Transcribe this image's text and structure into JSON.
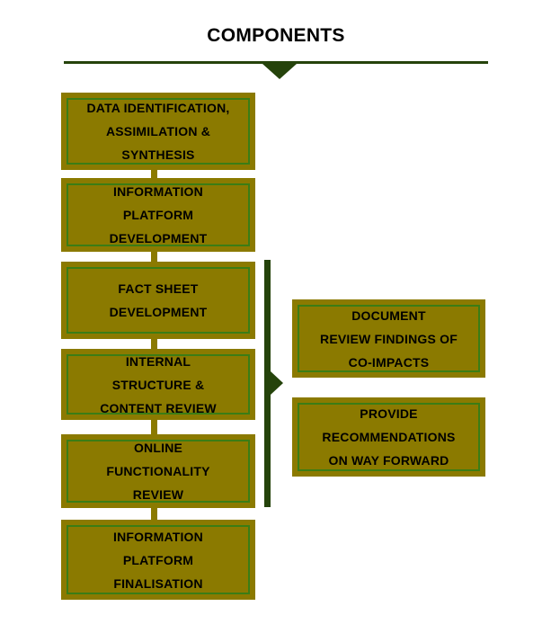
{
  "title": "COMPONENTS",
  "colors": {
    "background": "#FFFFFF",
    "box_fill": "#8B7A00",
    "box_border": "#3B7D15",
    "connector": "#8B7A00",
    "dark_green": "#25430B",
    "title_text": "#000000",
    "box_text": "#000000"
  },
  "header": {
    "marker_icon": "down-triangle-icon"
  },
  "flow": {
    "steps": [
      {
        "label": "DATA IDENTIFICATION,\nASSIMILATION &\nSYNTHESIS"
      },
      {
        "label": "INFORMATION\nPLATFORM\nDEVELOPMENT"
      },
      {
        "label": "FACT SHEET\nDEVELOPMENT"
      },
      {
        "label": "INTERNAL\nSTRUCTURE &\nCONTENT REVIEW"
      },
      {
        "label": "ONLINE\nFUNCTIONALITY\nREVIEW"
      },
      {
        "label": "INFORMATION\nPLATFORM\nFINALISATION"
      }
    ],
    "bracket": {
      "pointer_icon": "right-arrow-icon"
    },
    "outcomes": [
      {
        "label": "DOCUMENT\nREVIEW FINDINGS OF\nCO-IMPACTS"
      },
      {
        "label": "PROVIDE\nRECOMMENDATIONS\nON WAY FORWARD"
      }
    ]
  }
}
